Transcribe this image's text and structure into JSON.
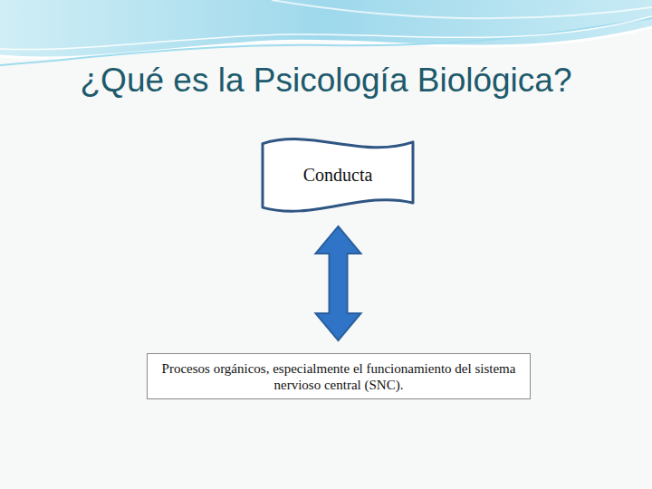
{
  "diagram": {
    "title": "¿Qué es la Psicología Biológica?",
    "nodes": [
      {
        "text": [
          "Conducta"
        ]
      },
      {
        "text": [
          "Procesos orgánicos, especialmente el funcionamiento del sistema nervioso central (SNC)."
        ]
      }
    ],
    "edges": [
      {
        "from": 0,
        "to": 1,
        "arrow": "both"
      }
    ]
  }
}
